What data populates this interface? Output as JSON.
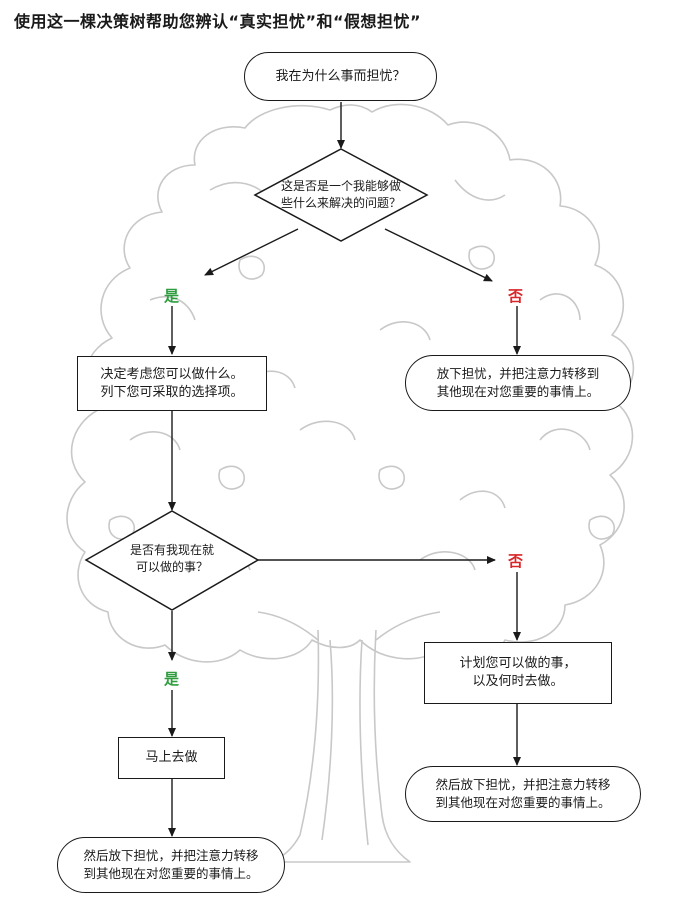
{
  "title": "使用这一棵决策树帮助您辨认“真实担忧”和“假想担忧”",
  "colors": {
    "yes": "#2e9c3f",
    "no": "#d8262a",
    "tree": "#c8c8c8",
    "line": "#1a1a1a"
  },
  "decorations": [
    "tree-outline"
  ],
  "nodes": {
    "start": "我在为什么事而担忧？",
    "q1": [
      "这是否是一个我能够做",
      "些什么来解决的问题？"
    ],
    "yes1": "是",
    "no1": "否",
    "decide": [
      "决定考虑您可以做什么。",
      "列下您可采取的选择项。"
    ],
    "letgo1": [
      "放下担忧，并把注意力转移到",
      "其他现在对您重要的事情上。"
    ],
    "q2": [
      "是否有我现在就",
      "可以做的事？"
    ],
    "yes2": "是",
    "no2": "否",
    "plan": [
      "计划您可以做的事，",
      "以及何时去做。"
    ],
    "do_now": "马上去做",
    "letgo2": [
      "然后放下担忧，并把注意力转移",
      "到其他现在对您重要的事情上。"
    ],
    "letgo3": [
      "然后放下担忧，并把注意力转移",
      "到其他现在对您重要的事情上。"
    ]
  }
}
